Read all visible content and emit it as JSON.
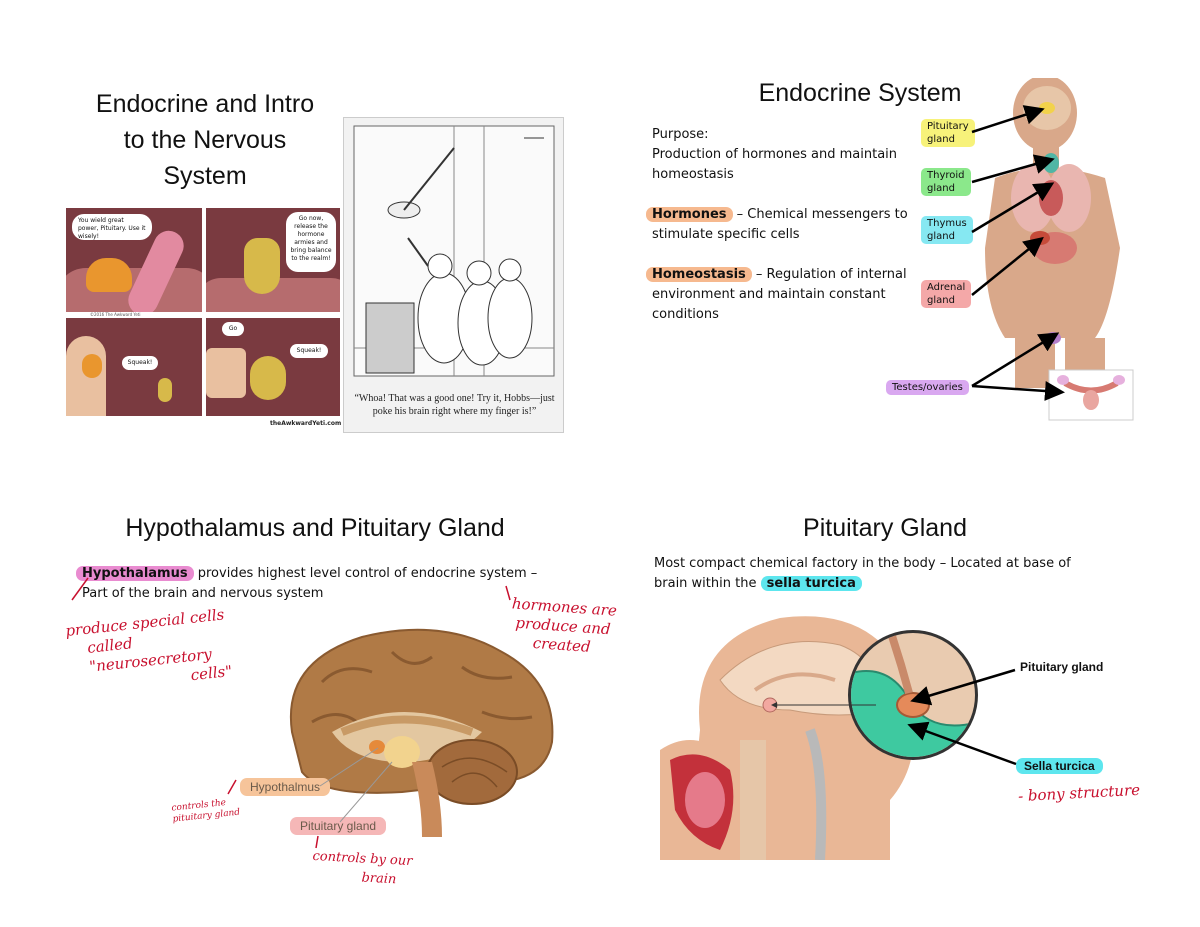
{
  "slide1": {
    "title_lines": [
      "Endocrine and Intro",
      "to the Nervous",
      "System"
    ],
    "comic": {
      "panel1": "You wield great power, Pituitary. Use it wisely!",
      "panel2": "Go now, release the hormone armies and bring balance to the realm!",
      "panel3": "Squeak!",
      "panel4_a": "Go",
      "panel4_b": "Squeak!",
      "credit1": "©2016 The Awkward Yeti",
      "credit2": "theAwkwardYeti.com"
    },
    "cartoon_caption_line1": "“Whoa! That was a good one! Try it, Hobbs—just",
    "cartoon_caption_line2": "poke his brain right where my finger is!”"
  },
  "slide2": {
    "title": "Endocrine System",
    "purpose_label": "Purpose:",
    "purpose_line1": "Production of hormones and maintain",
    "purpose_line2": "homeostasis",
    "hormones_term": "Hormones",
    "hormones_def1": " – Chemical messengers to",
    "hormones_def2": "stimulate specific cells",
    "homeostasis_term": "Homeostasis",
    "homeostasis_def1": " – Regulation of internal",
    "homeostasis_def2": "environment and maintain constant",
    "homeostasis_def3": "conditions",
    "tags": {
      "pituitary": [
        "Pituitary",
        "gland"
      ],
      "thyroid": [
        "Thyroid",
        "gland"
      ],
      "thymus": [
        "Thymus",
        "gland"
      ],
      "adrenal": [
        "Adrenal",
        "gland"
      ],
      "testes": "Testes/ovaries"
    },
    "colors": {
      "pituitary": "#f7f27a",
      "thyroid": "#8be88b",
      "thymus": "#86e8f2",
      "adrenal": "#f4a8a8",
      "testes": "#d9a8f0"
    }
  },
  "slide3": {
    "title": "Hypothalamus and Pituitary Gland",
    "term": "Hypothalamus",
    "line1_rest": " provides highest level control of endocrine system –",
    "line2": "Part of the brain and nervous system",
    "note_left": [
      "produce special cells",
      "called \"neurosecretory",
      "cells\""
    ],
    "note_right": [
      "hormones are",
      "produce and",
      "created"
    ],
    "label_hypothalamus": "Hypothalmus",
    "label_pituitary": "Pituitary gland",
    "note_controls_pit": [
      "controls the",
      "pituitary gland"
    ],
    "note_controls_brain": [
      "controls by our",
      "brain"
    ]
  },
  "slide4": {
    "title": "Pituitary Gland",
    "line1": "Most compact chemical factory in the body – Located at base of",
    "line2_start": "brain within the ",
    "sella_term": "sella turcica",
    "label_pituitary": "Pituitary gland",
    "label_sella": "Sella turcica",
    "note_bony": "- bony structure"
  }
}
